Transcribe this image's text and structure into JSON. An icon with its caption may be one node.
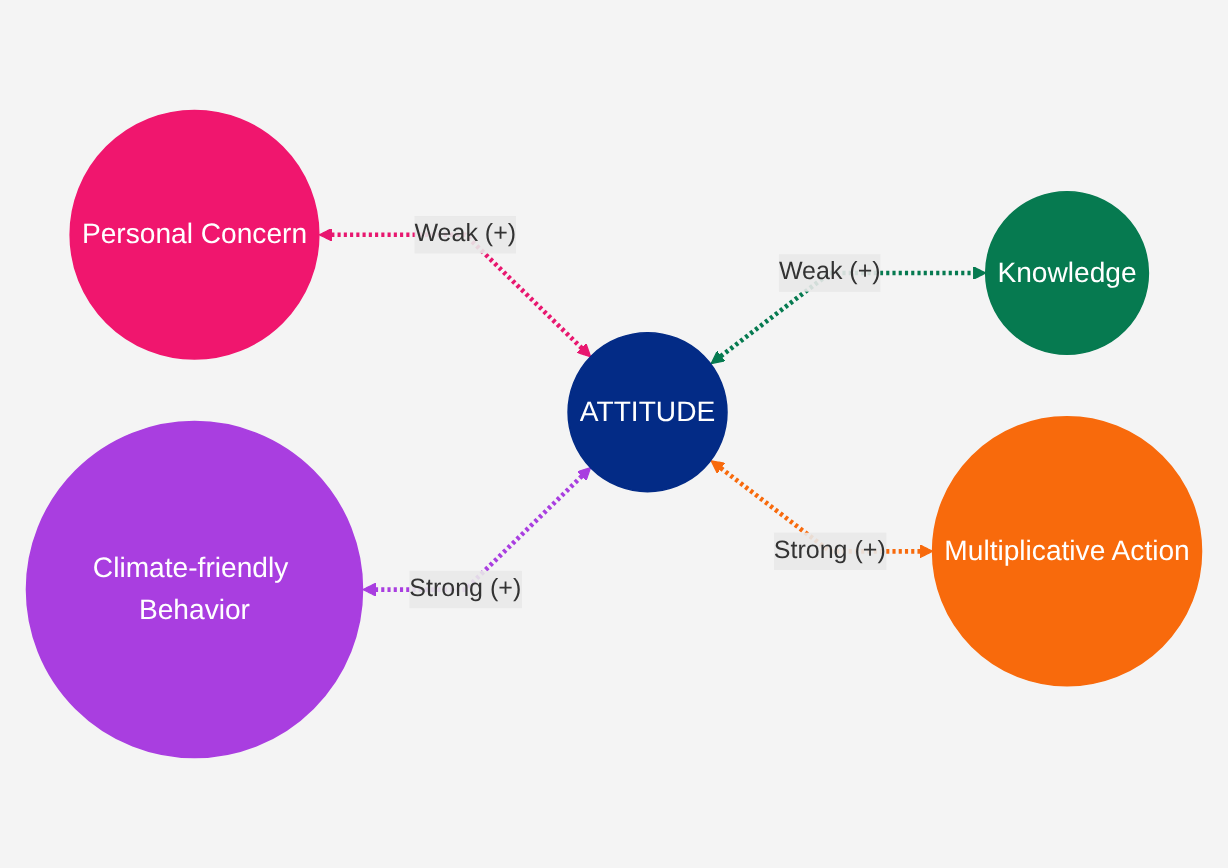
{
  "diagram": {
    "nodes": [
      {
        "text": [
          "Personal Concern"
        ]
      },
      {
        "text": [
          "Knowledge"
        ]
      },
      {
        "text": [
          "ATTITUDE"
        ]
      },
      {
        "text": [
          "Climate-friendly Behavior"
        ]
      },
      {
        "text": [
          "Multiplicative Action"
        ]
      }
    ],
    "edges": [
      {
        "from": 0,
        "to": 2,
        "arrow": "both",
        "label": "Weak (+)",
        "style": "dashed",
        "color": "#e8176f"
      },
      {
        "from": 2,
        "to": 1,
        "arrow": "both",
        "label": "Weak (+)",
        "style": "dashed",
        "color": "#067a50"
      },
      {
        "from": 3,
        "to": 2,
        "arrow": "both",
        "label": "Strong (+)",
        "style": "dashed",
        "color": "#a93ee0"
      },
      {
        "from": 2,
        "to": 4,
        "arrow": "both",
        "label": "Strong (+)",
        "style": "dashed",
        "color": "#f86a0c"
      }
    ]
  }
}
